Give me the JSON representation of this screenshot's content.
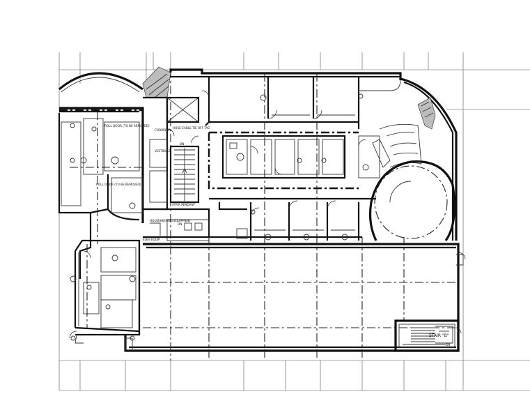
{
  "drawing": {
    "background_color": "#ffffff",
    "line_color": "#111111"
  },
  "labels": {
    "stair_b": "STAIR \"B\"",
    "up_stair_b": "DN",
    "up_main": "DN",
    "up_left": "DN",
    "corridor": "CORRIDOR",
    "vestibule": "VESTIBULE",
    "roll_door_a": "ROLL DOOR (TO BE REMOVED)",
    "roll_door_b": "ROLL DOOR (TO BE REMOVED)",
    "hose_note": "HOSE CABLE TIE OFF TAG",
    "stair_note": "STAIR PENDANT",
    "mech_note": "HOUSEKEEPING EQUIPMENT",
    "elev_note": "ELEV EQUIP"
  }
}
